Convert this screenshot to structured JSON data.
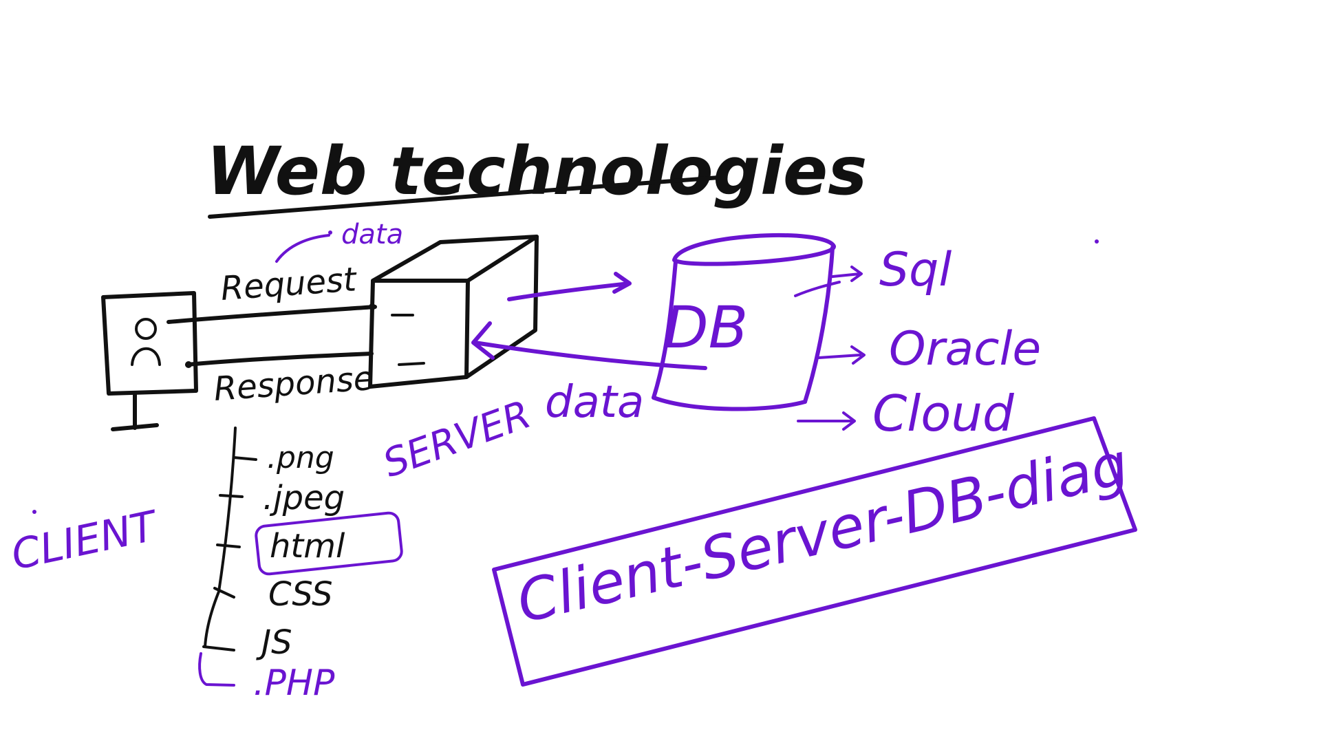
{
  "colors": {
    "black_ink": "#111111",
    "purple_ink": "#6a14d1",
    "background": "#ffffff"
  },
  "title": "Web technologies",
  "client": {
    "label": "CLIENT",
    "icon": "user-icon"
  },
  "request_label": "Request",
  "response_label": "Response",
  "request_data_label": "data",
  "server_label": "SERVER",
  "db_label": "DB",
  "db_return_label": "data",
  "db_options": [
    "Sql",
    "Oracle",
    "Cloud"
  ],
  "file_types": [
    ".png",
    ".jpeg",
    "html",
    "CSS",
    "JS",
    ".PHP"
  ],
  "caption": "Client-Server-DB-diag"
}
